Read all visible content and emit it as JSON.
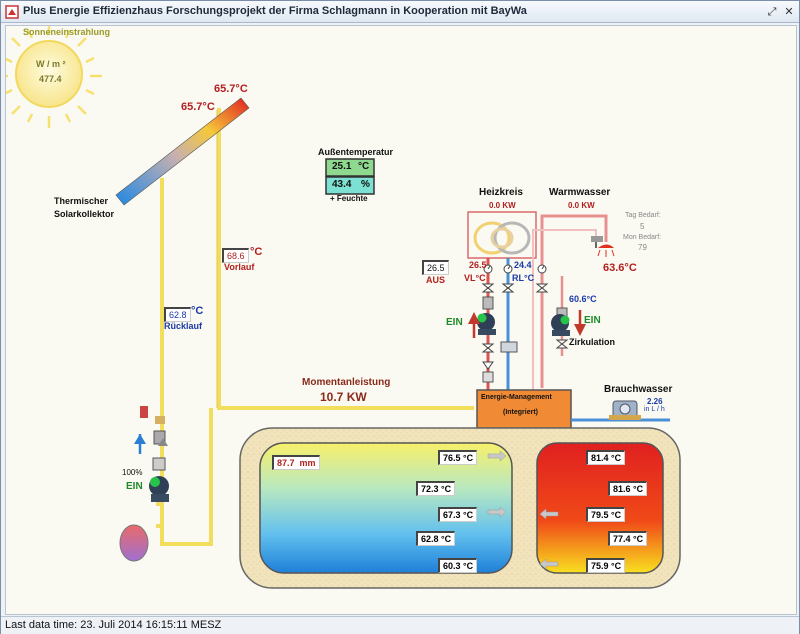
{
  "window": {
    "title": "Plus Energie Effizienzhaus Forschungsprojekt der Firma Schlagmann in Kooperation mit BayWa"
  },
  "solar": {
    "heading": "Sonneneinstrahlung",
    "unit": "W / m ²",
    "value": "477.4"
  },
  "collector": {
    "temp_top": "65.7",
    "temp_mid": "65.7",
    "temp_unit": "°C",
    "label_line1": "Thermischer",
    "label_line2": "Solarkollektor"
  },
  "outdoor": {
    "heading": "Außentemperatur",
    "temp": "25.1",
    "temp_unit": "°C",
    "humidity": "43.4",
    "humidity_unit": "%",
    "humidity_label": "+ Feuchte"
  },
  "vorlauf": {
    "value": "68.6",
    "unit": "°C",
    "label": "Vorlauf"
  },
  "ruecklauf": {
    "value": "62.8",
    "unit": "°C",
    "label": "Rücklauf"
  },
  "solar_pump": {
    "percent": "100%",
    "status": "EIN"
  },
  "heizkreis": {
    "heading": "Heizkreis",
    "power": "0.0",
    "power_unit": "KW",
    "vl_value": "26.5",
    "rl_value": "24.4",
    "vl_label": "VL°C",
    "rl_label": "RL°C",
    "status": "EIN",
    "aus_value": "26.5",
    "aus_label": "AUS"
  },
  "warmwasser": {
    "heading": "Warmwasser",
    "power": "0.0",
    "power_unit": "KW",
    "tag_label": "Tag Bedarf:",
    "tag_value": "5",
    "mon_label": "Mon Bedarf:",
    "mon_value": "79",
    "temp": "63.6",
    "temp_unit": "°C"
  },
  "zirkulation": {
    "temp": "60.6",
    "temp_unit": "°C",
    "status": "EIN",
    "label": "Zirkulation"
  },
  "momentan": {
    "label": "Momentanleistung",
    "value": "10.7 KW"
  },
  "energy_mgmt": {
    "line1": "Energie-Management",
    "line2": "(Integriert)"
  },
  "brauchwasser": {
    "label": "Brauchwasser",
    "value": "2.26",
    "unit": "in L / h"
  },
  "tank_left": {
    "level": "87.7",
    "level_unit": "mm",
    "temps": [
      "76.5",
      "72.3",
      "67.3",
      "62.8",
      "60.3"
    ],
    "unit": "°C"
  },
  "tank_right": {
    "temps": [
      "81.4",
      "81.6",
      "79.5",
      "77.4",
      "75.9"
    ],
    "unit": "°C"
  },
  "status": {
    "text": "Last data time: 23. Juli 2014 16:15:11 MESZ"
  },
  "colors": {
    "pipe_yellow": "#f2dc5a",
    "pipe_red": "#d9534f",
    "pipe_blue": "#4a90d9",
    "energy_box": "#f08a35",
    "tank_shell": "#efe0b4"
  }
}
